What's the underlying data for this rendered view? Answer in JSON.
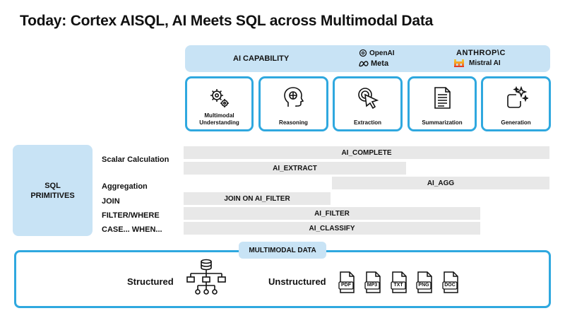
{
  "title": "Today: Cortex AISQL, AI Meets SQL across Multimodal Data",
  "ai_band": {
    "label": "AI CAPABILITY",
    "vendors": [
      "OpenAI",
      "Meta",
      "ANTHROP\\C",
      "Mistral AI"
    ]
  },
  "capabilities": [
    {
      "label": "Multimodal Understanding",
      "icon": "gears-icon"
    },
    {
      "label": "Reasoning",
      "icon": "head-brain-icon"
    },
    {
      "label": "Extraction",
      "icon": "cursor-click-icon"
    },
    {
      "label": "Summarization",
      "icon": "document-icon"
    },
    {
      "label": "Generation",
      "icon": "sparkle-icon"
    }
  ],
  "sql_primitives": {
    "title_line1": "SQL",
    "title_line2": "PRIMITIVES",
    "rows": [
      "Scalar Calculation",
      "Aggregation",
      "JOIN",
      "FILTER/WHERE",
      "CASE... WHEN..."
    ],
    "functions": [
      "AI_COMPLETE",
      "AI_EXTRACT",
      "AI_AGG",
      "JOIN ON AI_FILTER",
      "AI_FILTER",
      "AI_CLASSIFY"
    ]
  },
  "multimodal": {
    "label": "MULTIMODAL DATA",
    "structured": "Structured",
    "unstructured": "Unstructured",
    "file_types": [
      "PDF",
      "MP3",
      "TXT",
      "PNG",
      "DOC"
    ]
  },
  "colors": {
    "accent_border": "#2fa8df",
    "light_blue": "#c8e3f5",
    "bar_gray": "#e8e8e8",
    "mistral_orange": "#f5a623"
  }
}
